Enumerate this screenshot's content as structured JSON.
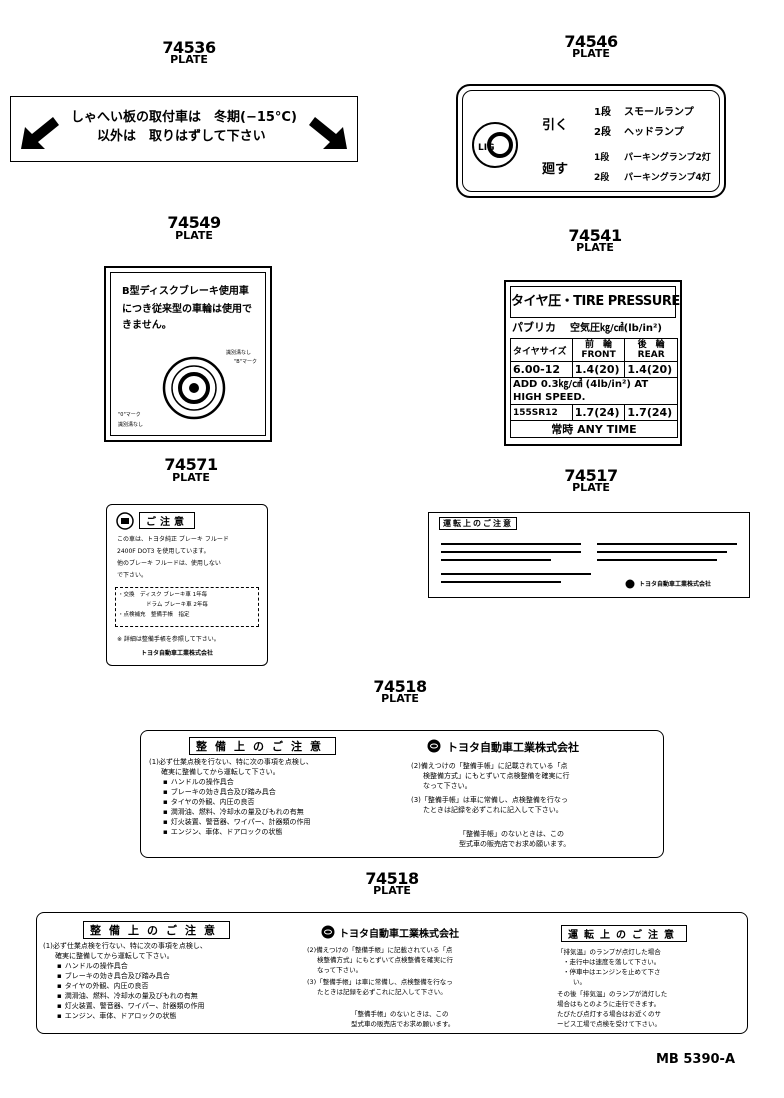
{
  "p74536": {
    "number": "74536",
    "name": "PLATE",
    "line1": "しゃへい板の取付車は　冬期(−15°C)",
    "line2": "以外は　取りはずして下さい"
  },
  "p74546": {
    "number": "74546",
    "name": "PLATE",
    "pull": "引く",
    "push": "廻す",
    "r1_step": "1段",
    "r1_text": "スモールランプ",
    "r2_step": "2段",
    "r2_text": "ヘッドランプ",
    "r3_step": "1段",
    "r3_text": "パーキングランプ2灯",
    "r4_step": "2段",
    "r4_text": "パーキングランプ4灯"
  },
  "p74549": {
    "number": "74549",
    "name": "PLATE",
    "line1": "B型ディスクブレーキ使用車",
    "line2": "につき従来型の車輪は使用で",
    "line3": "きません。",
    "note1": "識別溝なし",
    "note2": "\"B\"マーク",
    "note3": "\"0\"マーク",
    "note4": "識別溝なし"
  },
  "p74541": {
    "number": "74541",
    "name": "PLATE",
    "title": "タイヤ圧・TIRE PRESSURE",
    "model_label": "パブリカ",
    "pressure_label": "空気圧㎏/㎠(lb/in²)",
    "size_label": "タイヤサイズ",
    "front_ja": "前　輪",
    "front_en": "FRONT",
    "rear_ja": "後　輪",
    "rear_en": "REAR",
    "row1_size": "6.00-12",
    "row1_front": "1.4(20)",
    "row1_rear": "1.4(20)",
    "add_line1": "ADD 0.3㎏/㎠ (4lb/in²) AT",
    "add_line2": "HIGH SPEED.",
    "row2_size": "155SR12",
    "row2_front": "1.7(24)",
    "row2_rear": "1.7(24)",
    "footer": "常時 ANY TIME"
  },
  "p74571": {
    "number": "74571",
    "name": "PLATE",
    "title": "ご注意",
    "l1": "この車は、トヨタ純正 ブレーキ フルード",
    "l2": "2400F DOT3 を使用しています。",
    "l3": "他のブレーキ フルードは、使用しない",
    "l4": "で下さい。",
    "b1": "・交換　ディスク ブレーキ車 1年毎",
    "b2": "ドラム ブレーキ車 2年毎",
    "b3": "・点検補充　整備手帳　指定",
    "l5": "※ 詳細は整備手帳を参照して下さい。",
    "maker": "トヨタ自動車工業株式会社"
  },
  "p74517": {
    "number": "74517",
    "name": "PLATE",
    "title": "運転上のご注意",
    "maker": "トヨタ自動車工業株式会社"
  },
  "p74518a": {
    "number": "74518",
    "name": "PLATE",
    "title": "整備上のご注意",
    "maker": "トヨタ自動車工業株式会社",
    "l1": "(1)必ず仕業点検を行ない、特に次の事項を点検し、",
    "l2": "確実に整備してから運転して下さい。",
    "items": [
      "ハンドルの操作具合",
      "ブレーキの効き具合及び踏み具合",
      "タイヤの外観、内圧の良否",
      "潤滑油、燃料、冷却水の量及びもれの有無",
      "灯火装置、警音器、ワイパー、計器類の作用",
      "エンジン、車体、ドアロックの状態"
    ],
    "r1": "(2)備えつけの「整備手帳」に記載されている「点",
    "r2": "検整備方式」にもとずいて点検整備を確実に行",
    "r3": "なって下さい。",
    "r4": "(3)「整備手帳」は車に常備し、点検整備を行なっ",
    "r5": "たときは記録を必ずこれに記入して下さい。",
    "r6": "「整備手帳」のないときは、この",
    "r7": "型式車の販売店でお求め願います。"
  },
  "p74518b": {
    "number": "74518",
    "name": "PLATE",
    "title": "整備上のご注意",
    "maker": "トヨタ自動車工業株式会社",
    "title2": "運転上のご注意",
    "l1": "(1)必ず仕業点検を行ない、特に次の事項を点検し、",
    "l2": "確実に整備してから運転して下さい。",
    "items": [
      "ハンドルの操作具合",
      "ブレーキの効き具合及び踏み具合",
      "タイヤの外観、内圧の良否",
      "潤滑油、燃料、冷却水の量及びもれの有無",
      "灯火装置、警音器、ワイパー、計器類の作用",
      "エンジン、車体、ドアロックの状態"
    ],
    "r1": "(2)備えつけの「整備手帳」に記載されている「点",
    "r2": "検整備方式」にもとずいて点検整備を確実に行",
    "r3": "なって下さい。",
    "r4": "(3)「整備手帳」は車に常備し、点検整備を行なっ",
    "r5": "たときは記録を必ずこれに記入して下さい。",
    "r6": "「整備手帳」のないときは、この",
    "r7": "型式車の販売店でお求め願います。",
    "d1": "「排気温」のランプが点灯した場合",
    "d2": "・走行中は速度を落して下さい。",
    "d3": "・停車中はエンジンを止めて下さ",
    "d4": "い。",
    "d5": "その後「排気温」のランプが消灯した",
    "d6": "場合はもとのように走行できます。",
    "d7": "たびたび点灯する場合はお近くのサ",
    "d8": "ービス工場で点検を受けて下さい。"
  },
  "footer_code": "MB 5390-A"
}
